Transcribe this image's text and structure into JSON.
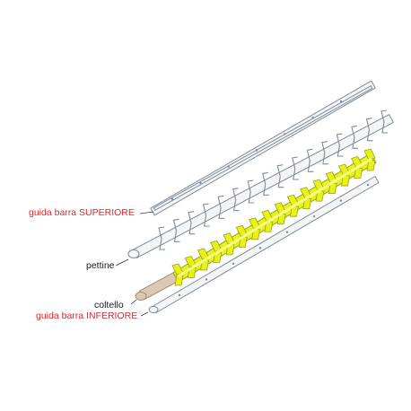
{
  "labels": {
    "guida_superiore": "guida barra SUPERIORE",
    "pettine": "pettine",
    "coltello": "coltello",
    "guida_inferiore": "guida barra INFERIORE"
  },
  "colors": {
    "guida_label": "#e3262b",
    "part_label": "#1a1a1a",
    "outline": "#7f8a9a",
    "plate_fill": "#f4f5f7",
    "blade_fill": "#e7f21a",
    "blade_outline": "#9ea20a",
    "blade_tail": "#dcc8b6"
  }
}
